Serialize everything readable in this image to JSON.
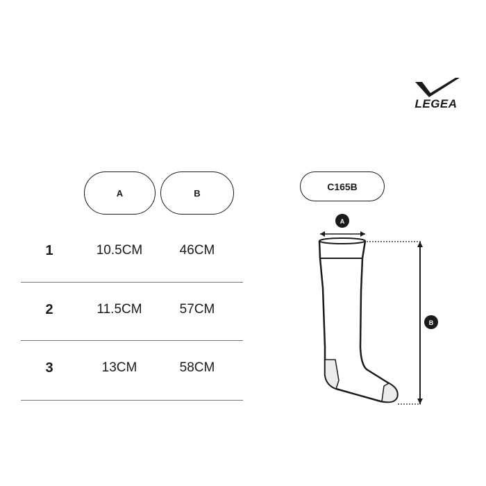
{
  "brand": {
    "name": "LEGEA"
  },
  "product": {
    "model": "C165B"
  },
  "size_table": {
    "columns": [
      "A",
      "B"
    ],
    "rows": [
      {
        "size": "1",
        "a": "10.5CM",
        "b": "46CM"
      },
      {
        "size": "2",
        "a": "11.5CM",
        "b": "57CM"
      },
      {
        "size": "3",
        "a": "13CM",
        "b": "58CM"
      }
    ]
  },
  "diagram": {
    "label_a": "A",
    "label_b": "B"
  },
  "colors": {
    "ink": "#1a1a1a",
    "divider": "#777777",
    "background": "#ffffff"
  },
  "icons": [
    "legea-logo-icon",
    "sock-diagram-icon",
    "dimension-arrow-icon"
  ]
}
